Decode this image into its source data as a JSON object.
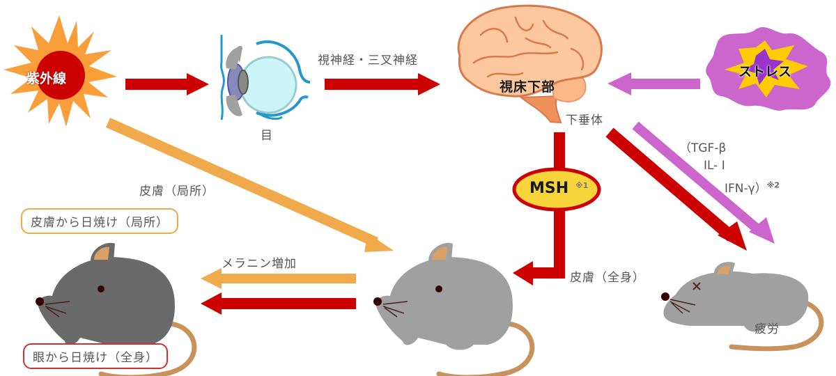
{
  "title": "紫外線・ストレスと日焼け・疲労の関係図",
  "nodes": {
    "uv": {
      "label": "紫外線",
      "icon": "sun-icon"
    },
    "eye": {
      "label": "目",
      "icon": "eye-icon"
    },
    "brain": {
      "label": "視床下部",
      "sub_label": "下垂体",
      "icon": "brain-icon"
    },
    "stress": {
      "label": "ストレス",
      "icon": "burst-icon"
    },
    "msh": {
      "label": "MSH",
      "note": "※1"
    },
    "mouse_dark": {
      "icon": "dark-mouse-icon"
    },
    "mouse_gray": {
      "icon": "gray-mouse-icon"
    },
    "mouse_tired": {
      "label": "疲労",
      "icon": "tired-mouse-icon"
    }
  },
  "edges": {
    "uv_to_eye": {
      "label": ""
    },
    "eye_to_brain": {
      "label": "視神経・三叉神経"
    },
    "stress_to_brain": {
      "label": ""
    },
    "uv_to_mouse": {
      "label": "皮膚（局所）"
    },
    "msh_to_mouse": {
      "label": "皮膚（全身）"
    },
    "melanin": {
      "label": "メラニン増加"
    },
    "cytokines": {
      "lines": [
        "（TGF-β",
        "IL- I",
        "IFN-γ）"
      ],
      "note": "※2"
    }
  },
  "callouts": {
    "local": "皮膚から日焼け（局所）",
    "whole": "眼から日焼け（全身）"
  },
  "colors": {
    "red_arrow": "#cc0000",
    "orange_arrow": "#f0aa4c",
    "purple_arrow": "#cc66cc",
    "sun_rays": "#fa9e3a",
    "sun_core": "#cc0000",
    "brain_fill": "#fdc89e",
    "brain_stroke": "#d9784a",
    "msh_fill": "#f6d43a",
    "stress_outer": "#cc66cc",
    "stress_mid": "#ffcc00",
    "stress_core": "#9933cc",
    "mouse_dark": "#6a6a6a",
    "mouse_gray": "#a0a0a0"
  }
}
